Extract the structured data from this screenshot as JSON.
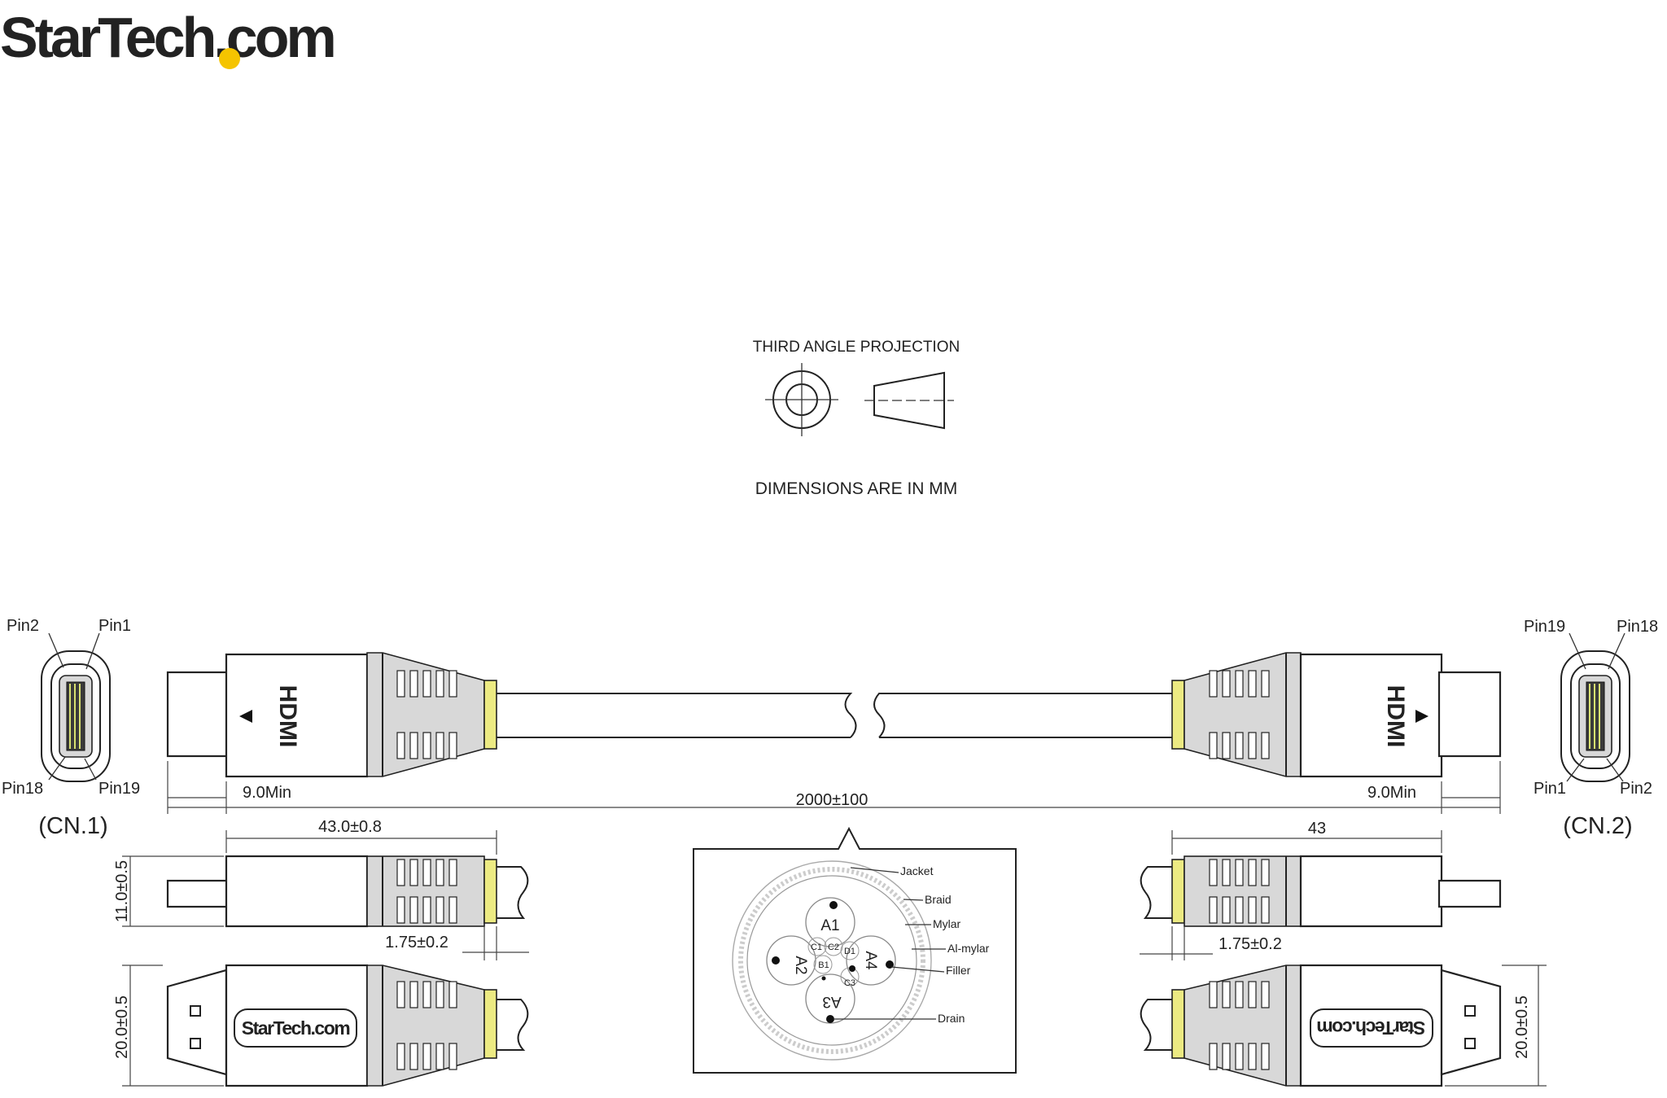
{
  "brand": {
    "logo_text": "StarTech.com",
    "accent_color": "#f5c400"
  },
  "projection": {
    "label": "THIRD ANGLE PROJECTION",
    "units_note": "DIMENSIONS ARE IN MM"
  },
  "connector_left": {
    "caption": "(CN.1)",
    "pins": [
      "Pin2",
      "Pin1",
      "Pin18",
      "Pin19"
    ]
  },
  "connector_right": {
    "caption": "(CN.2)",
    "pins": [
      "Pin19",
      "Pin18",
      "Pin1",
      "Pin2"
    ]
  },
  "dimensions": {
    "min_left": "9.0Min",
    "total_length": "2000±100",
    "min_right": "9.0Min",
    "head_length_left": "43.0±0.8",
    "head_length_right": "43",
    "height_side": "11.0±0.5",
    "ring_left": "1.75±0.2",
    "ring_right": "1.75±0.2",
    "height_top_left": "20.0±0.5",
    "height_top_right": "20.0±0.5"
  },
  "cross_section": {
    "layers": [
      "Jacket",
      "Braid",
      "Mylar",
      "Al-mylar",
      "Filler",
      "Drain"
    ],
    "pairs": [
      "A1",
      "A2",
      "A3",
      "A4"
    ],
    "cores": [
      "C1",
      "C2",
      "D1",
      "B1",
      "C3"
    ]
  },
  "plug_label": "HDMI",
  "plug_logo": "StarTech.com"
}
